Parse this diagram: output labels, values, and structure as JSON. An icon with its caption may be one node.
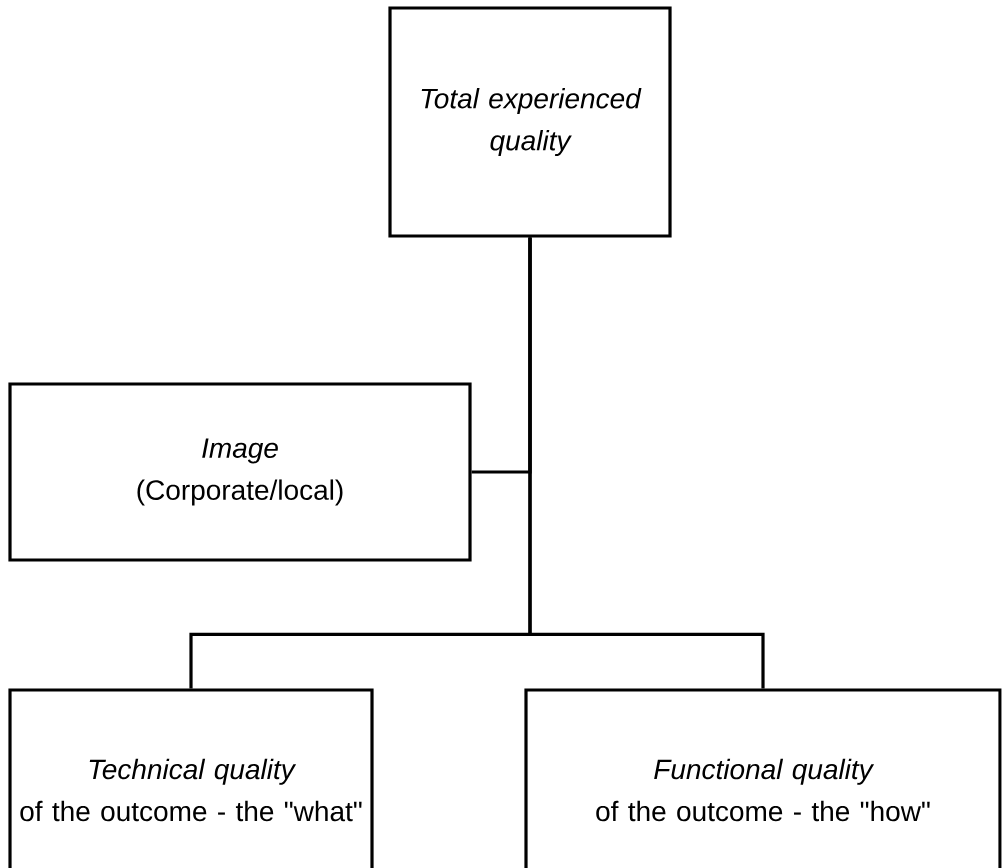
{
  "diagram": {
    "nodes": [
      {
        "text": [
          "Total experienced quality"
        ]
      },
      {
        "text": [
          "Image",
          "(Corporate/local)"
        ]
      },
      {
        "text": [
          "Technical quality",
          "of the outcome - the \"what\""
        ]
      },
      {
        "text": [
          "Functional quality",
          "of the outcome - the \"how\""
        ]
      }
    ],
    "edges": [
      {
        "from": 1,
        "to": 0,
        "arrow": "none"
      },
      {
        "from": 2,
        "to": 0,
        "arrow": "none"
      },
      {
        "from": 3,
        "to": 0,
        "arrow": "none"
      }
    ]
  }
}
